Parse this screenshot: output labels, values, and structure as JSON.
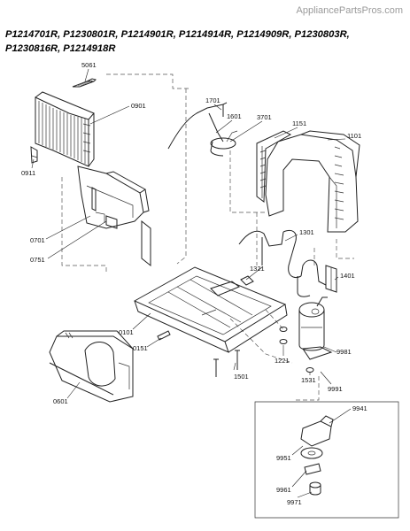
{
  "header": {
    "watermark": "AppliancePartsPros.com",
    "title": "P1214701R, P1230801R, P1214901R, P1214914R, P1214909R, P1230803R, P1230816R, P1214918R"
  },
  "callouts": {
    "c5061": "5061",
    "c0901": "0901",
    "c0911": "0911",
    "c1701": "1701",
    "c1601": "1601",
    "c3701": "3701",
    "c1151": "1151",
    "c1101": "1101",
    "c0701": "0701",
    "c0751": "0751",
    "c1301": "1301",
    "c1321": "1321",
    "c1401": "1401",
    "c0101": "0101",
    "c0151": "0151",
    "c1221": "1221",
    "c9981": "9981",
    "c1531": "1531",
    "c9991": "9991",
    "c1501": "1501",
    "c0601": "0601",
    "c9941": "9941",
    "c9951": "9951",
    "c9961": "9961",
    "c9971": "9971"
  }
}
